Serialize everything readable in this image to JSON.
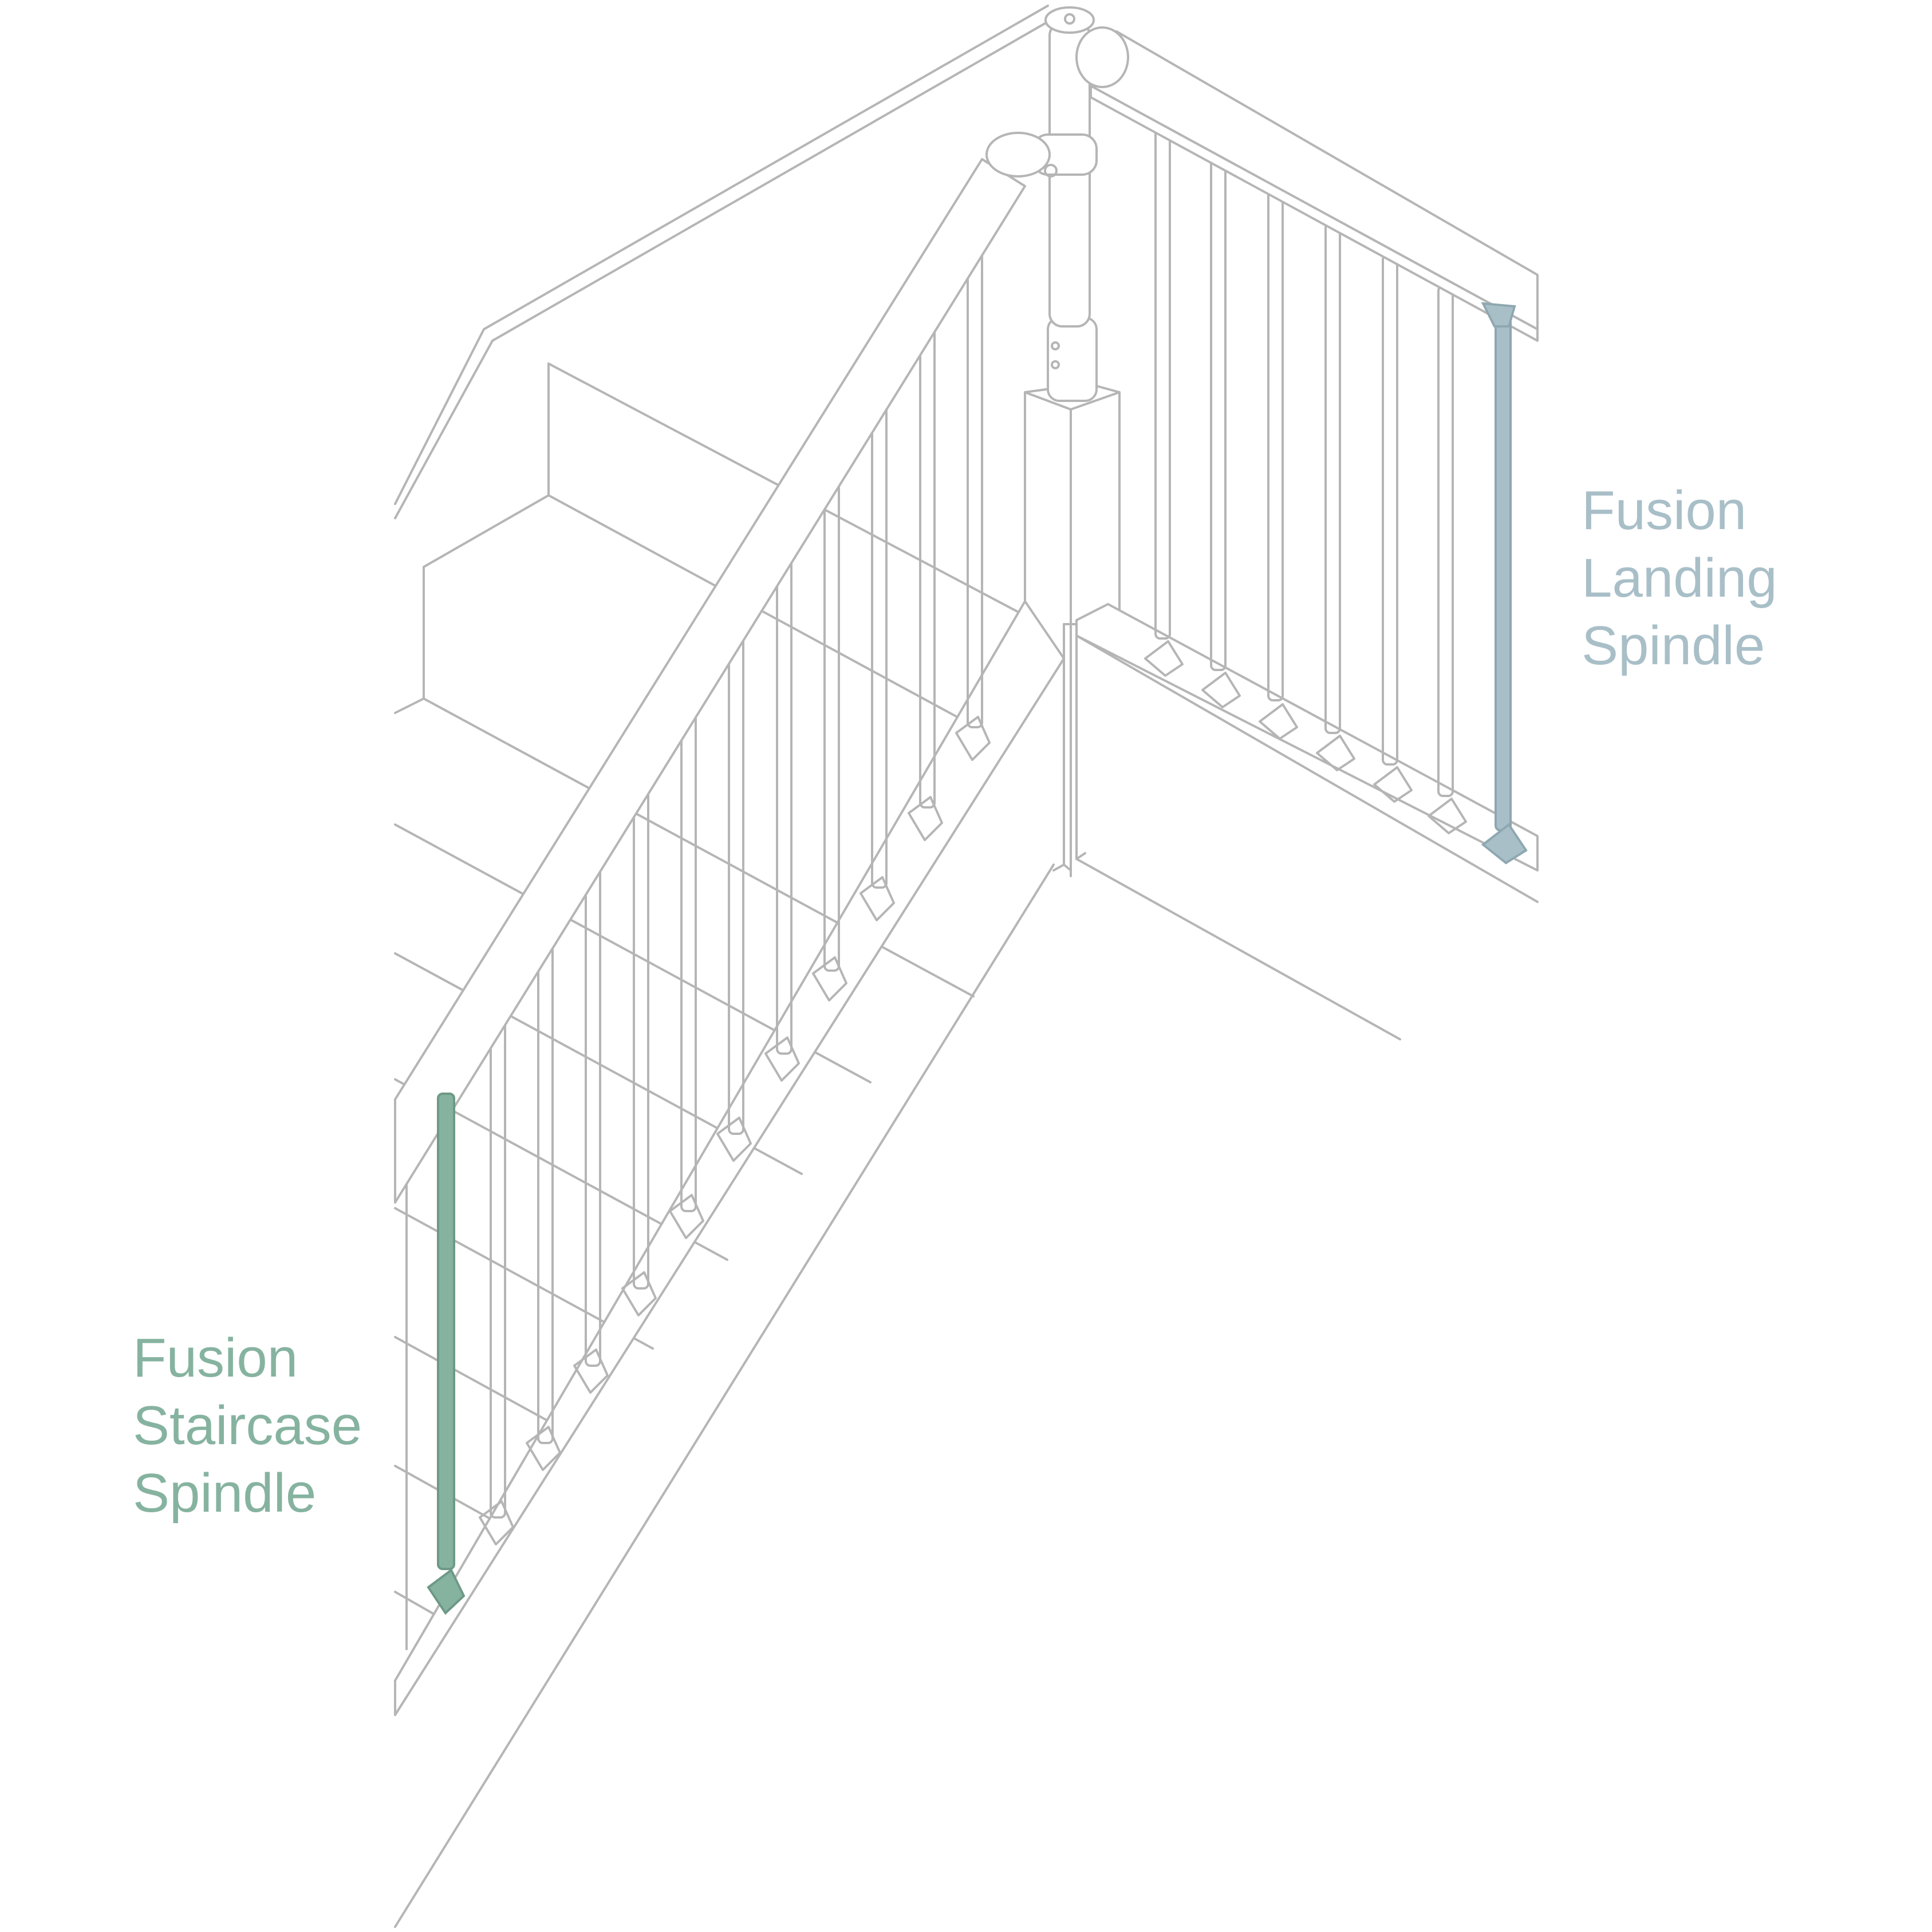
{
  "labels": {
    "landing": {
      "lines": [
        "Fusion",
        "Landing",
        "Spindle"
      ],
      "color": "#a9bfc8"
    },
    "staircase": {
      "lines": [
        "Fusion",
        "Staircase",
        "Spindle"
      ],
      "color": "#86b3a0"
    }
  },
  "colors": {
    "outline": "#b5b5b5",
    "landing_spindle": "#a9bfc8",
    "staircase_spindle": "#86b3a0",
    "background": "#ffffff"
  }
}
